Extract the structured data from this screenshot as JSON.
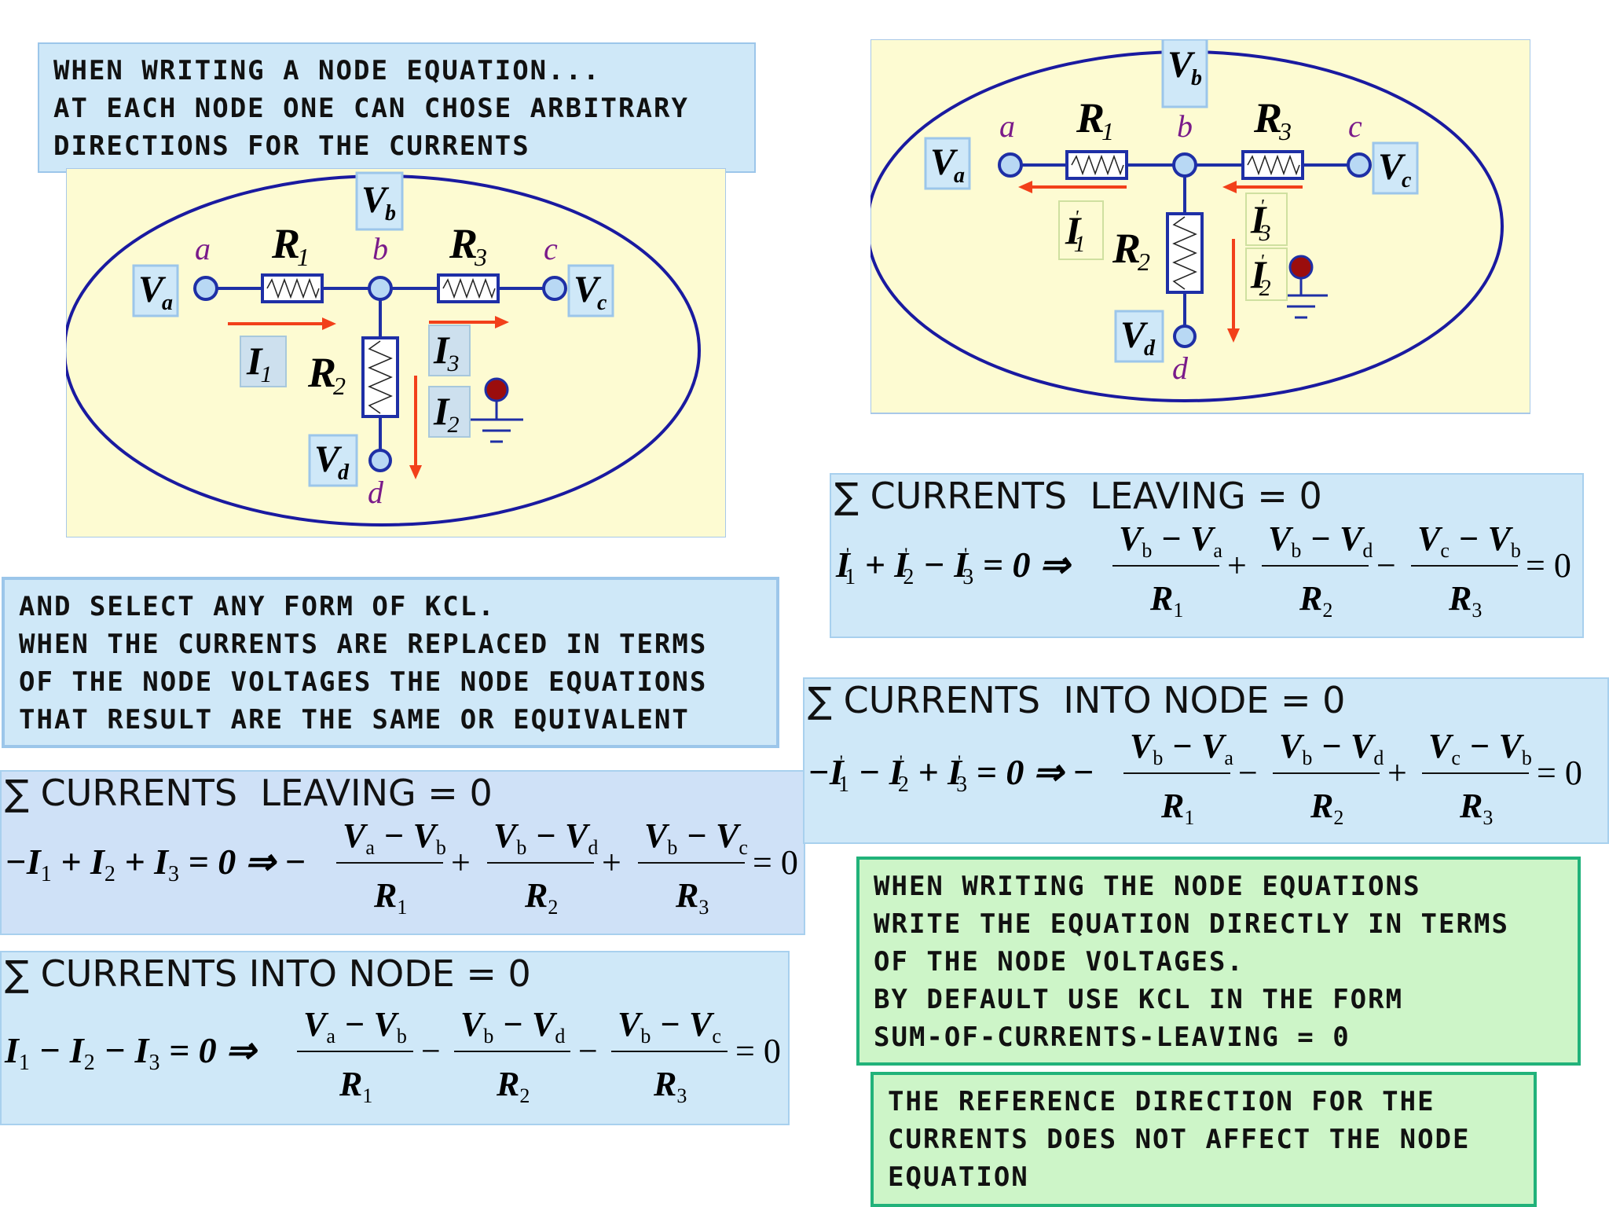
{
  "note_top": {
    "lines": [
      "WHEN WRITING A NODE EQUATION...",
      "AT EACH NODE ONE CAN CHOSE ARBITRARY",
      "DIRECTIONS FOR THE CURRENTS"
    ]
  },
  "note_mid": {
    "lines": [
      "AND SELECT ANY FORM OF KCL.",
      "WHEN THE CURRENTS ARE REPLACED IN TERMS",
      "OF THE NODE VOLTAGES THE NODE EQUATIONS",
      "THAT RESULT ARE THE SAME OR EQUIVALENT"
    ]
  },
  "note_green1": {
    "lines": [
      "WHEN WRITING THE NODE EQUATIONS",
      "WRITE THE EQUATION DIRECTLY IN TERMS",
      "OF THE NODE VOLTAGES.",
      "BY DEFAULT USE KCL IN THE FORM",
      "SUM-OF-CURRENTS-LEAVING = 0"
    ]
  },
  "note_green2": {
    "lines": [
      "THE REFERENCE DIRECTION FOR THE",
      "CURRENTS DOES NOT AFFECT THE NODE",
      "EQUATION"
    ]
  },
  "headings": {
    "left_leaving": "∑ CURRENTS  LEAVING = 0",
    "left_into": "∑ CURRENTS INTO NODE = 0",
    "right_leaving": "∑ CURRENTS  LEAVING = 0",
    "right_into": "∑ CURRENTS  INTO NODE = 0"
  },
  "circuit_left": {
    "node_labels": [
      "a",
      "b",
      "c",
      "d"
    ],
    "voltages": [
      "V",
      "a",
      "V",
      "b",
      "V",
      "c",
      "V",
      "d"
    ],
    "resistors": [
      "R",
      "1",
      "R",
      "2",
      "R",
      "3"
    ],
    "currents": [
      "I",
      "1",
      "I",
      "2",
      "I",
      "3"
    ]
  },
  "circuit_right": {
    "node_labels": [
      "a",
      "b",
      "c",
      "d"
    ],
    "voltages": [
      "V",
      "a",
      "V",
      "b",
      "V",
      "c",
      "V",
      "d"
    ],
    "resistors": [
      "R",
      "1",
      "R",
      "2",
      "R",
      "3"
    ],
    "currents": [
      "I",
      "1",
      "I",
      "2",
      "I",
      "3"
    ],
    "prime": "'"
  },
  "equations": {
    "left_leaving": {
      "lhs": [
        "−I",
        "1",
        " + I",
        "2",
        " + I",
        "3",
        " = 0 ⇒ −"
      ],
      "fractions": [
        {
          "num": [
            "V",
            "a",
            " − V",
            "b"
          ],
          "den": [
            "R",
            "1"
          ],
          "op_after": "+"
        },
        {
          "num": [
            "V",
            "b",
            " − V",
            "d"
          ],
          "den": [
            "R",
            "2"
          ],
          "op_after": "+"
        },
        {
          "num": [
            "V",
            "b",
            " − V",
            "c"
          ],
          "den": [
            "R",
            "3"
          ],
          "op_after": "= 0"
        }
      ]
    },
    "left_into": {
      "lhs": [
        "I",
        "1",
        " − I",
        "2",
        " − I",
        "3",
        " = 0 ⇒"
      ],
      "fractions": [
        {
          "num": [
            "V",
            "a",
            " − V",
            "b"
          ],
          "den": [
            "R",
            "1"
          ],
          "op_after": "−"
        },
        {
          "num": [
            "V",
            "b",
            " − V",
            "d"
          ],
          "den": [
            "R",
            "2"
          ],
          "op_after": "−"
        },
        {
          "num": [
            "V",
            "b",
            " − V",
            "c"
          ],
          "den": [
            "R",
            "3"
          ],
          "op_after": "= 0"
        }
      ]
    },
    "right_leaving": {
      "lhs": [
        "I",
        "'1",
        " + I",
        "'2",
        " − I",
        "'3",
        " = 0 ⇒"
      ],
      "fractions": [
        {
          "num": [
            "V",
            "b",
            " − V",
            "a"
          ],
          "den": [
            "R",
            "1"
          ],
          "op_after": "+"
        },
        {
          "num": [
            "V",
            "b",
            " − V",
            "d"
          ],
          "den": [
            "R",
            "2"
          ],
          "op_after": "−"
        },
        {
          "num": [
            "V",
            "c",
            " − V",
            "b"
          ],
          "den": [
            "R",
            "3"
          ],
          "op_after": "= 0"
        }
      ]
    },
    "right_into": {
      "lhs": [
        "−I",
        "'1",
        " − I",
        "'2",
        " + I",
        "'3",
        " = 0 ⇒ −"
      ],
      "fractions": [
        {
          "num": [
            "V",
            "b",
            " − V",
            "a"
          ],
          "den": [
            "R",
            "1"
          ],
          "op_after": "−"
        },
        {
          "num": [
            "V",
            "b",
            " − V",
            "d"
          ],
          "den": [
            "R",
            "2"
          ],
          "op_after": "+"
        },
        {
          "num": [
            "V",
            "c",
            " − V",
            "b"
          ],
          "den": [
            "R",
            "3"
          ],
          "op_after": "= 0"
        }
      ]
    }
  },
  "colors": {
    "circuit_bg": "#fdfbd2",
    "ellipse": "#1a1aa0",
    "wire": "#1e2fa6",
    "node_fill": "#b8d8f4",
    "arrow": "#f2401a",
    "node_label": "#7a1a8a",
    "ground_dot": "#9b0d0d"
  }
}
